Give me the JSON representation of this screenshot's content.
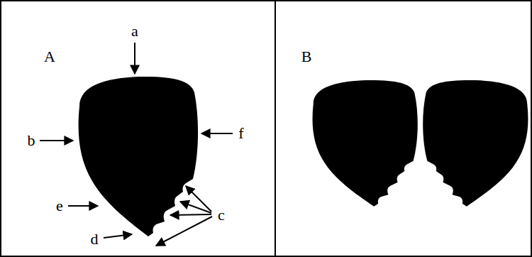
{
  "diagram": {
    "labels": [
      "a",
      "A",
      "B",
      "b",
      "f",
      "c",
      "e",
      "d"
    ]
  }
}
